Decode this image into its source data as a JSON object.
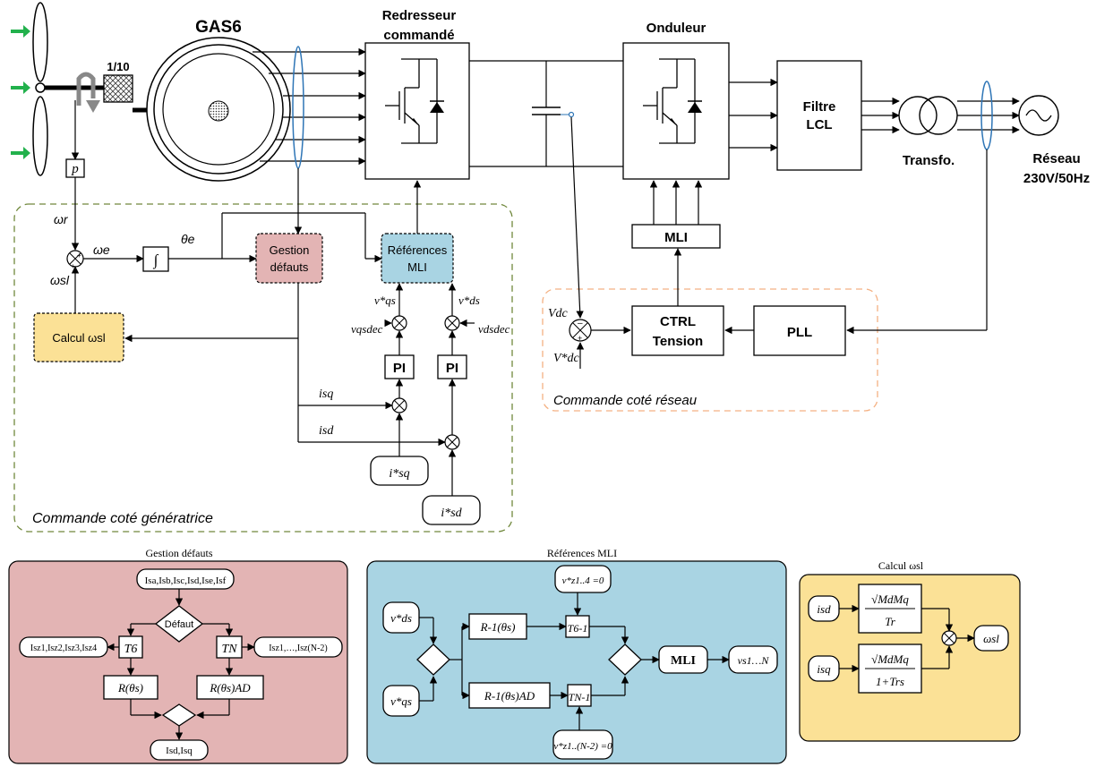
{
  "top": {
    "generator_label": "GAS6",
    "rectifier_label_line1": "Redresseur",
    "rectifier_label_line2": "commandé",
    "inverter_label": "Onduleur",
    "filter_line1": "Filtre",
    "filter_line2": "LCL",
    "transformer_label": "Transfo.",
    "grid_line1": "Réseau",
    "grid_line2": "230V/50Hz",
    "gear_ratio": "1/10",
    "pole_pairs": "p"
  },
  "gen_side": {
    "title": "Commande coté génératrice",
    "omega_r": "ωr",
    "omega_e": "ωe",
    "omega_sl": "ωsl",
    "theta_e": "θe",
    "integrator": "∫",
    "gestion_line1": "Gestion",
    "gestion_line2": "défauts",
    "refs_line1": "Références",
    "refs_line2": "MLI",
    "calcul_label": "Calcul ωsl",
    "vqs_star": "v*qs",
    "vds_star": "v*ds",
    "vqsdec": "vqsdec",
    "vdsdec": "vdsdec",
    "pi1": "PI",
    "pi2": "PI",
    "isq": "isq",
    "isd": "isd",
    "isq_star": "i*sq",
    "isd_star": "i*sd"
  },
  "grid_side": {
    "title": "Commande coté réseau",
    "mli": "MLI",
    "ctrl_line1": "CTRL",
    "ctrl_line2": "Tension",
    "pll": "PLL",
    "vdc": "Vdc",
    "vdc_star": "V*dc"
  },
  "panel_gestion": {
    "title": "Gestion défauts",
    "inputs": "Isa,Isb,Isc,Isd,Ise,Isf",
    "decision": "Défaut",
    "t6": "T6",
    "tn": "TN",
    "left_out": "Isz1,Isz2,Isz3,Isz4",
    "right_out": "Isz1,…,Isz(N-2)",
    "r_theta": "R(θs)",
    "r_theta_ad": "R(θs)AD",
    "output": "Isd,Isq",
    "bg_color": "#e3b4b4"
  },
  "panel_refs": {
    "title": "Références MLI",
    "vds": "v*ds",
    "vqs": "v*qs",
    "r_inv": "R-1(θs)",
    "r_inv_ad": "R-1(θs)AD",
    "t6_inv": "T6-1",
    "tn_inv": "TN-1",
    "vz_top": "v*z1..4 =0",
    "vz_bottom": "v*z1..(N-2) =0",
    "mli": "MLI",
    "output": "vs1…N",
    "bg_color": "#a9d4e3"
  },
  "panel_calcul": {
    "title": "Calcul ωsl",
    "isd": "isd",
    "isq": "isq",
    "num": "√MdMq",
    "den1": "Tr",
    "den2": "1+Trs",
    "out": "ωsl",
    "bg_color": "#fbe196"
  }
}
